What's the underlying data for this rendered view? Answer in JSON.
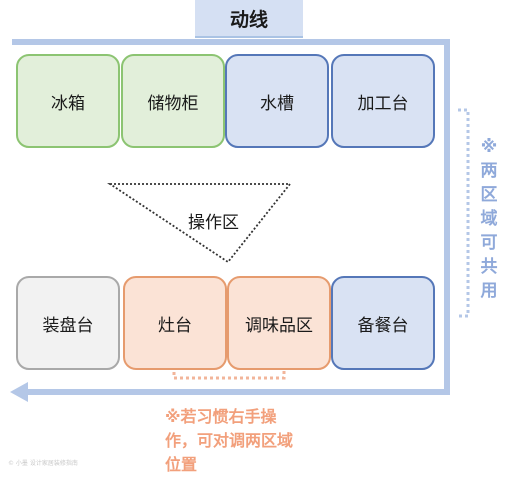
{
  "title": "动线",
  "top_row": [
    {
      "label": "冰箱",
      "color": "#e2efda"
    },
    {
      "label": "储物柜",
      "color": "#e2efda"
    },
    {
      "label": "水槽",
      "color": "#d9e2f3"
    },
    {
      "label": "加工台",
      "color": "#d9e2f3"
    }
  ],
  "bottom_row": [
    {
      "label": "装盘台",
      "color": "#f2f2f2"
    },
    {
      "label": "灶台",
      "color": "#fbe3d6"
    },
    {
      "label": "调味品区",
      "color": "#fbe3d6"
    },
    {
      "label": "备餐台",
      "color": "#d9e2f3"
    }
  ],
  "operation_zone": "操作区",
  "note_right": "※两区域可共用",
  "note_bottom": "※若习惯右手操作，可对调两区域位置",
  "watermark": "© 小墨 设计家居装修指南",
  "colors": {
    "flow_arrow": "#b4c7e7",
    "note_right": "#8fa9da",
    "note_bottom": "#f2a07c"
  }
}
